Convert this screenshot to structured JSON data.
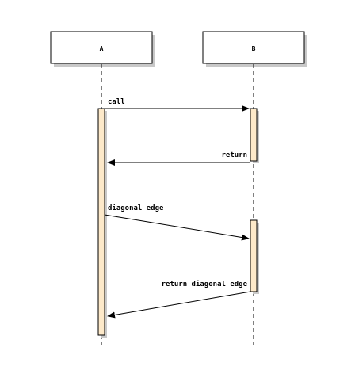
{
  "actors": [
    {
      "id": "A",
      "label": "A"
    },
    {
      "id": "B",
      "label": "B"
    }
  ],
  "messages": [
    {
      "label": "call",
      "from": "A",
      "to": "B"
    },
    {
      "label": "return",
      "from": "B",
      "to": "A"
    },
    {
      "label": "diagonal edge",
      "from": "A",
      "to": "B"
    },
    {
      "label": "return diagonal edge",
      "from": "B",
      "to": "A"
    }
  ],
  "colors": {
    "activation_fill": "#fde9c9",
    "stroke": "#000000",
    "shadow": "#c8c8c8",
    "actor_fill": "#ffffff"
  }
}
